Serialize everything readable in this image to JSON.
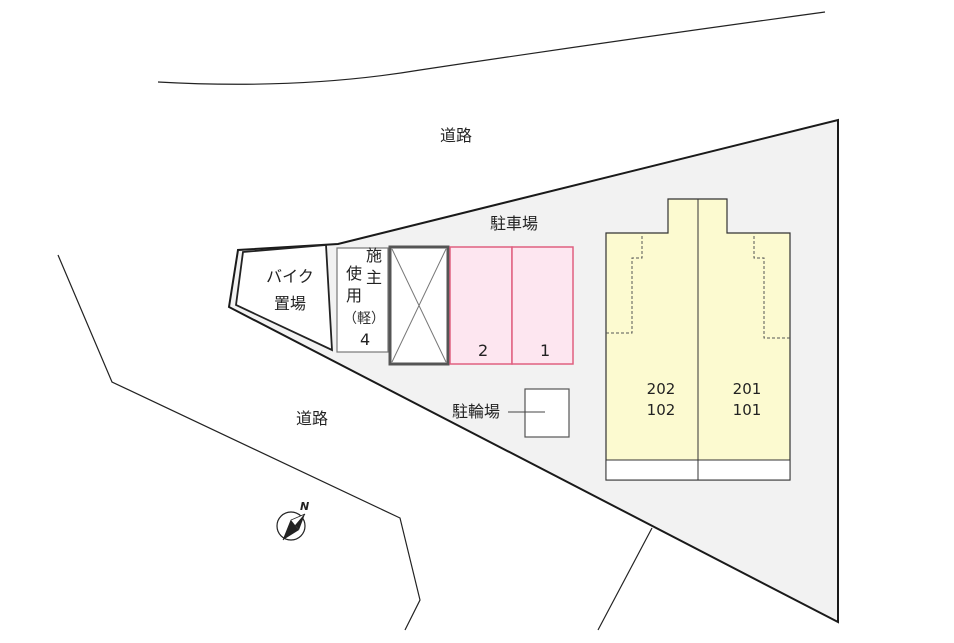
{
  "labels": {
    "road_top": "道路",
    "road_left": "道路",
    "parking": "駐車場",
    "bike_parking_line1": "バイク",
    "bike_parking_line2": "置場",
    "owner_use_1": "使",
    "owner_use_2": "施",
    "owner_use_3": "主",
    "owner_use_4": "用",
    "kei": "（軽）",
    "space_4": "4",
    "space_2": "2",
    "space_1": "1",
    "bicycle_parking": "駐輪場",
    "unit_left_upper": "202",
    "unit_left_lower": "102",
    "unit_right_upper": "201",
    "unit_right_lower": "101",
    "north": "N"
  },
  "colors": {
    "lot_fill": "#f2f2f2",
    "lot_stroke": "#1a1a1a",
    "parking_fill": "#fde6f0",
    "parking_stroke": "#e06080",
    "building_fill": "#fcfad0",
    "building_stroke": "#333333"
  }
}
